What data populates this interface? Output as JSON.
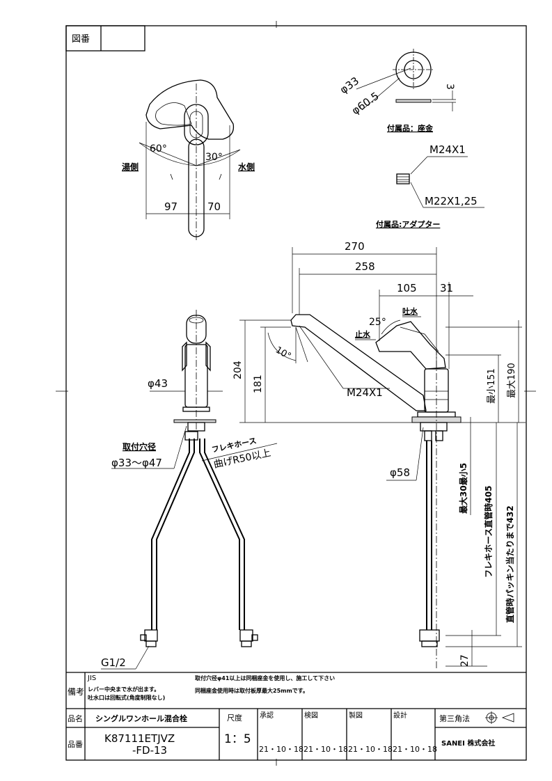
{
  "title_block": {
    "zuban_label": "図番",
    "bikou_label": "備考",
    "note_jis": "JIS",
    "note_1": "レバー中央まで水が出ます。",
    "note_2": "吐水口は回転式(角度制限なし)",
    "note_3": "取付穴径φ41以上は同梱座金を使用し、施工して下さい",
    "note_4": "同梱座金使用時は取付板厚最大25mmです。",
    "hinmei_label": "品名",
    "hinmei": "シングルワンホール混合栓",
    "hinban_label": "品番",
    "hinban_1": "K87111ETJVZ",
    "hinban_2": "-FD-13",
    "scale_label": "尺度",
    "scale": "1：5",
    "approve_label": "承認",
    "check_label": "検図",
    "draw_label": "製図",
    "design_label": "設計",
    "date": "21・10・18",
    "projection": "第三角法",
    "company": "SANEI 株式会社"
  },
  "top_view": {
    "hot_side": "湯側",
    "cold_side": "水側",
    "angle_hot": "60°",
    "angle_cold": "30°",
    "dim_left": "97",
    "dim_right": "70"
  },
  "washer": {
    "dia_inner": "φ33",
    "dia_outer": "φ60.5",
    "thickness": "3",
    "caption": "付属品：座金"
  },
  "adapter": {
    "thread_top": "M24X1",
    "thread_bottom": "M22X1,25",
    "caption": "付属品:アダプター"
  },
  "front_view": {
    "dia_body": "φ43",
    "mount_hole_label": "取付穴径",
    "mount_hole": "φ33〜φ47",
    "hose_label": "フレキホース",
    "hose_bend": "曲げR50以上",
    "thread_bottom": "G1/2"
  },
  "side_view": {
    "dim_270": "270",
    "dim_258": "258",
    "dim_105": "105",
    "dim_31": "31",
    "spout_label": "吐水",
    "stop_label": "止水",
    "angle_lever": "25°",
    "angle_spout": "10°",
    "dim_204": "204",
    "dim_181": "181",
    "thread": "M24X1",
    "min_151": "最小151",
    "max_190": "最大190",
    "dia_base": "φ58",
    "max30_min5": "最大30最小5",
    "hose_straight": "フレキホース直管時405",
    "packing": "直管時パッキン当たりまで432",
    "dim_27": "27"
  }
}
